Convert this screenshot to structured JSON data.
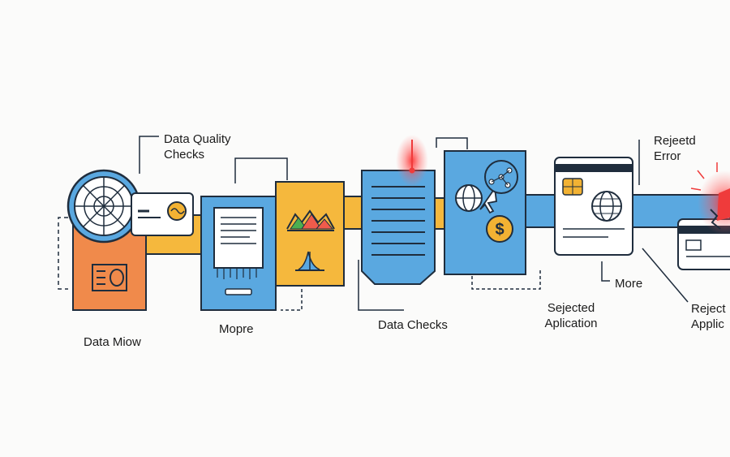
{
  "labels": {
    "data_quality": [
      "Data Quality",
      "Checks"
    ],
    "data_miow": "Data Miow",
    "mopre": "Mopre",
    "data_checks": "Data Checks",
    "selected_app": [
      "Sejected",
      "Aplication"
    ],
    "more": "More",
    "rejected_error": [
      "Rejeetd",
      "Error"
    ],
    "reject_app": [
      "Reject",
      "Applic"
    ]
  },
  "colors": {
    "conveyor_yellow": "#f5b83d",
    "conveyor_blue": "#5aa8e0",
    "panel_orange": "#f08a4b",
    "panel_blue": "#5aa8e0",
    "panel_yellow": "#f5b83d",
    "ink": "#1f2d3d",
    "alert_red": "#ef3b3b",
    "coin_gold": "#f2b233"
  },
  "icons": [
    "radar-icon",
    "card-icon",
    "chart-icon",
    "globe-icon",
    "dollar-coin-icon",
    "network-icon",
    "arrow-cursor-icon",
    "chip-icon",
    "error-icon"
  ]
}
